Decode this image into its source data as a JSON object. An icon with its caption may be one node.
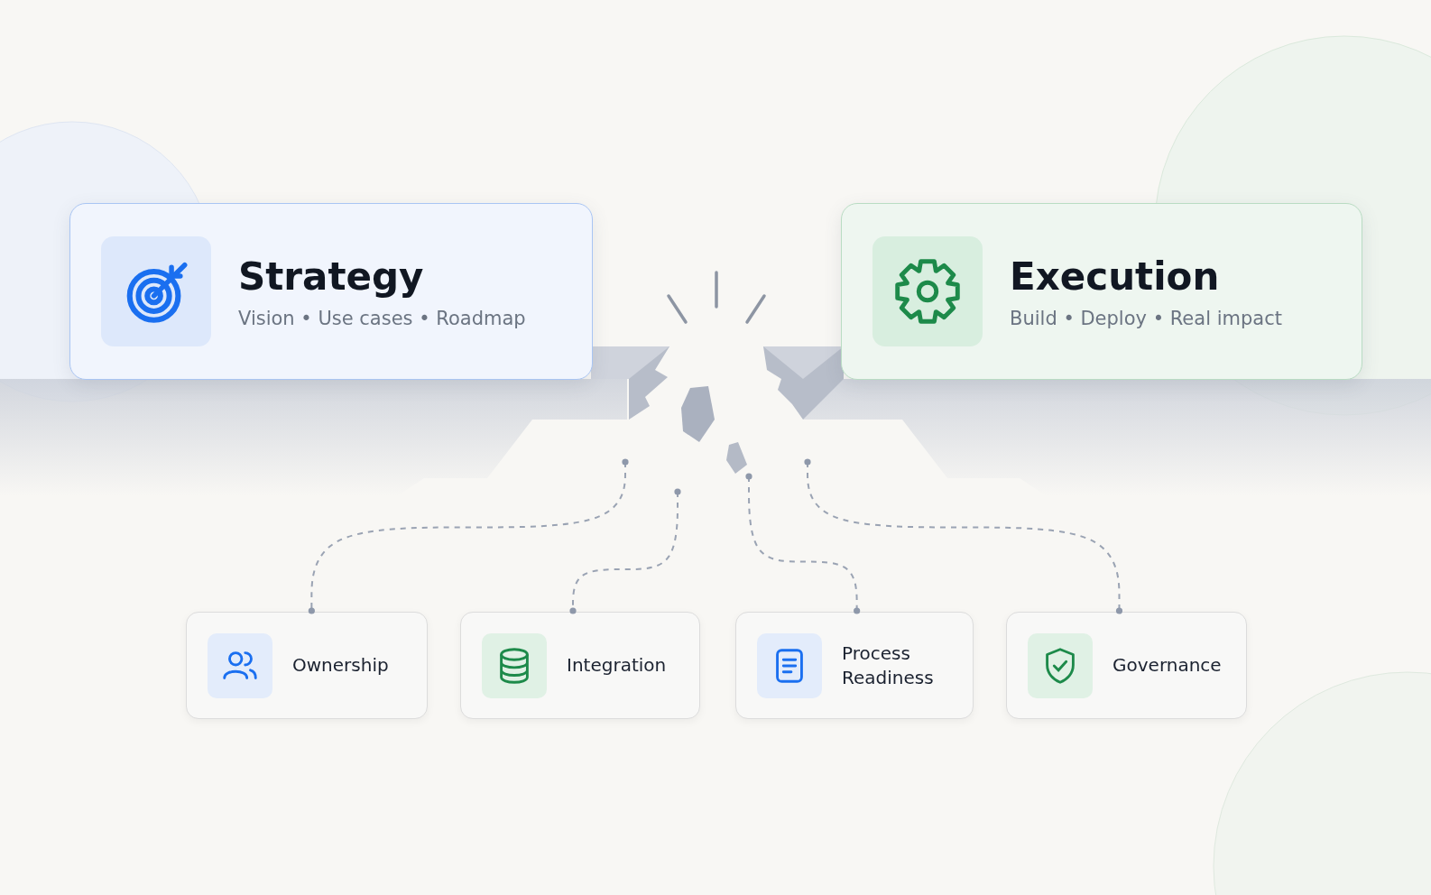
{
  "diagram": {
    "nodes": [
      {
        "text": [
          "Strategy",
          "Vision • Use cases • Roadmap"
        ]
      },
      {
        "text": [
          "Execution",
          "Build • Deploy • Real impact"
        ]
      },
      {
        "text": [
          "Ownership"
        ]
      },
      {
        "text": [
          "Integration"
        ]
      },
      {
        "text": [
          "Process Readiness"
        ]
      },
      {
        "text": [
          "Governance"
        ]
      }
    ],
    "edges": [
      {
        "from": null,
        "to": 2,
        "arrow": "other",
        "style": "dashed"
      },
      {
        "from": null,
        "to": 3,
        "arrow": "other",
        "style": "dashed"
      },
      {
        "from": null,
        "to": 4,
        "arrow": "other",
        "style": "dashed"
      },
      {
        "from": null,
        "to": 5,
        "arrow": "other",
        "style": "dashed"
      }
    ]
  }
}
